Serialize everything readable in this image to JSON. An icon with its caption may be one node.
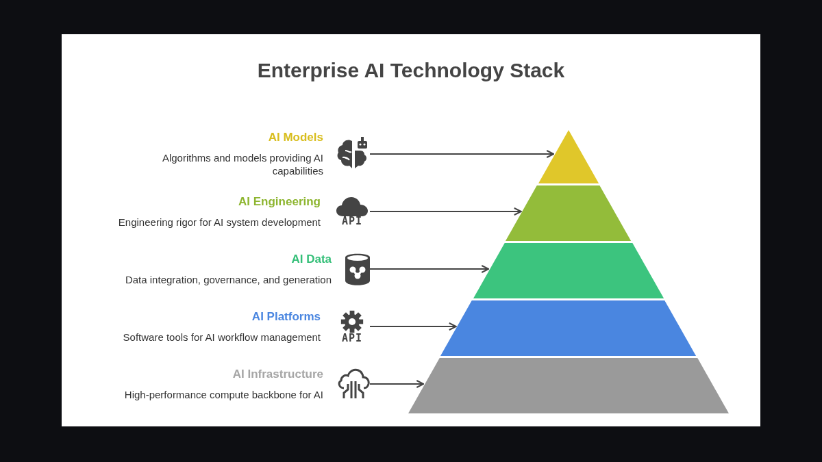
{
  "diagram": {
    "title": "Enterprise AI Technology Stack",
    "nodes": [
      {
        "text": [
          "AI Models",
          "Algorithms and models providing AI capabilities"
        ]
      },
      {
        "text": [
          "AI Engineering",
          "Engineering rigor for AI system development"
        ]
      },
      {
        "text": [
          "AI Data",
          "Data integration, governance, and generation"
        ]
      },
      {
        "text": [
          "AI Platforms",
          "Software tools for AI workflow management"
        ]
      },
      {
        "text": [
          "AI Infrastructure",
          "High-performance compute backbone for AI"
        ]
      },
      {
        "text": [],
        "shape": "triangle"
      },
      {
        "text": [],
        "shape": "trapezoid"
      },
      {
        "text": [],
        "shape": "trapezoid"
      },
      {
        "text": [],
        "shape": "trapezoid"
      },
      {
        "text": [],
        "shape": "trapezoid"
      }
    ],
    "edges": [
      {
        "from": 0,
        "to": 5,
        "arrow": "to"
      },
      {
        "from": 1,
        "to": 6,
        "arrow": "to"
      },
      {
        "from": 2,
        "to": 7,
        "arrow": "to"
      },
      {
        "from": 3,
        "to": 8,
        "arrow": "to"
      },
      {
        "from": 4,
        "to": 9,
        "arrow": "to"
      }
    ],
    "labels": [
      "API",
      "API"
    ]
  }
}
